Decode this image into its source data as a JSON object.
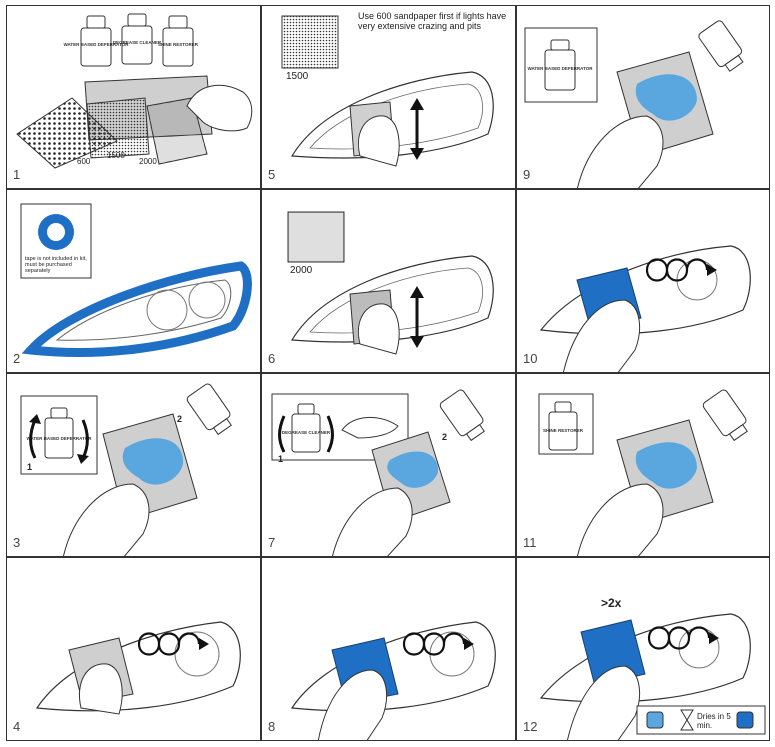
{
  "panels": [
    {
      "step": "1",
      "labels": {
        "grit_a": "600",
        "grit_b": "1500",
        "grit_c": "2000",
        "bottle_a": "WATER BASED DEFERRATOR",
        "bottle_b": "DEGREASE CLEANER",
        "bottle_c": "SHINE RESTORER"
      }
    },
    {
      "step": "5",
      "note": "Use 600 sandpaper first if lights have very extensive crazing and pits",
      "grit": "1500"
    },
    {
      "step": "9",
      "bottle": "WATER BASED DEFERRATOR"
    },
    {
      "step": "2",
      "note": "tape is not included in kit, must be purchased separately"
    },
    {
      "step": "6",
      "grit": "2000"
    },
    {
      "step": "10"
    },
    {
      "step": "3",
      "bottle": "WATER BASED DEFERRATOR",
      "order_a": "1",
      "order_b": "2"
    },
    {
      "step": "7",
      "bottle": "DEGREASE CLEANER",
      "order_a": "1",
      "order_b": "2"
    },
    {
      "step": "11",
      "bottle": "SHINE RESTORER"
    },
    {
      "step": "4"
    },
    {
      "step": "8"
    },
    {
      "step": "12",
      "repeat": "&gt;2x",
      "dries": "Dries in 5 min."
    }
  ],
  "colors": {
    "accent": "#1f6fc5",
    "light_blue": "#5aa7e0",
    "pad": "#c8c8c8",
    "line": "#333333"
  }
}
